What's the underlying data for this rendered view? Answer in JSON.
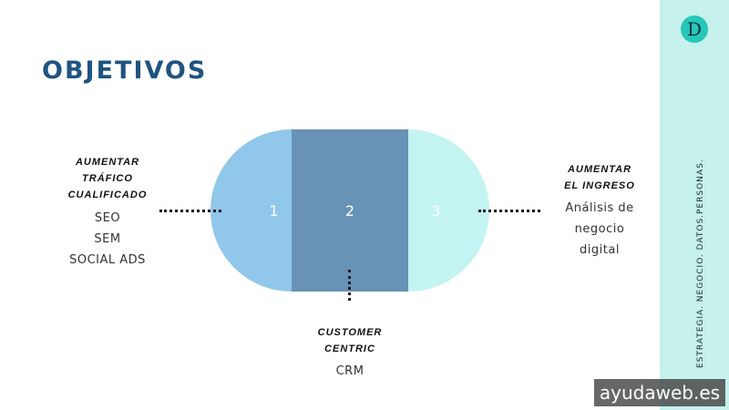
{
  "title": "OBJETIVOS",
  "brand": {
    "logo_letter": "D",
    "tagline": "ESTRATEGIA. NEGOCIO. DATOS.PERSONAS.",
    "accent": "#25c7b9",
    "sidebar_color": "#c6f1ed"
  },
  "segments": [
    {
      "number": "1",
      "color": "#90c7ea"
    },
    {
      "number": "2",
      "color": "#6892b6"
    },
    {
      "number": "3",
      "color": "#c3f4f2"
    }
  ],
  "objectives": {
    "left": {
      "heading": [
        "AUMENTAR",
        "TRÁFICO",
        "CUALIFICADO"
      ],
      "items": [
        "SEO",
        "SEM",
        "SOCIAL ADS"
      ]
    },
    "bottom": {
      "heading": [
        "CUSTOMER",
        "CENTRIC"
      ],
      "items": [
        "CRM"
      ]
    },
    "right": {
      "heading": [
        "AUMENTAR",
        "EL INGRESO"
      ],
      "items": [
        "Análisis de",
        "negocio",
        "digital"
      ]
    }
  },
  "watermark": "ayudaweb.es"
}
